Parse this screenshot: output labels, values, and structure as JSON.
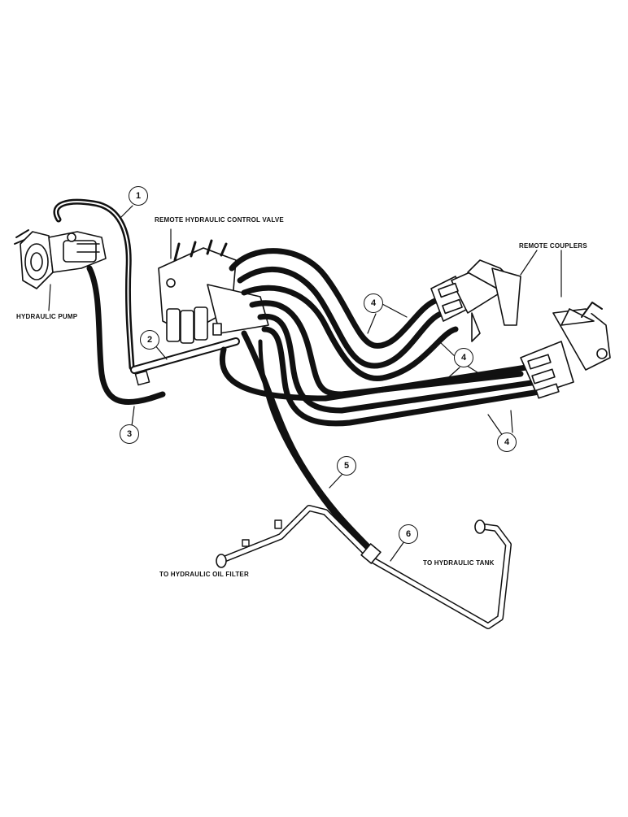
{
  "labels": {
    "control_valve": "REMOTE HYDRAULIC CONTROL VALVE",
    "couplers": "REMOTE COUPLERS",
    "pump": "HYDRAULIC PUMP",
    "oil_filter": "TO HYDRAULIC OIL FILTER",
    "tank": "TO HYDRAULIC TANK"
  },
  "callouts": {
    "c1": "1",
    "c2": "2",
    "c3": "3",
    "c4a": "4",
    "c4b": "4",
    "c4c": "4",
    "c5": "5",
    "c6": "6"
  },
  "colors": {
    "line": "#111111",
    "background": "#ffffff"
  }
}
